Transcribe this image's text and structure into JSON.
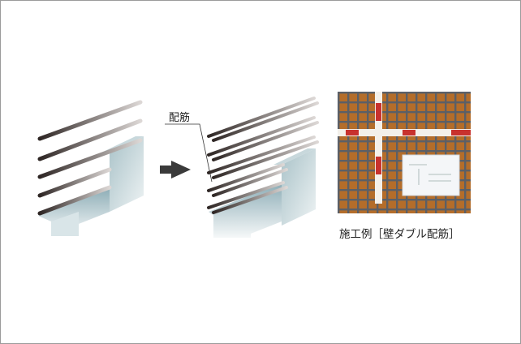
{
  "diagram": {
    "left_figure": {
      "name": "single-rebar-wall",
      "description": "Wall with single layer of rebar (シングル配筋)"
    },
    "arrow": {
      "direction": "right",
      "color": "#3a3a3a"
    },
    "right_figure": {
      "name": "double-rebar-wall",
      "description": "Wall with double layer of rebar"
    },
    "callout_label": "配筋",
    "photo": {
      "description": "Construction example photo of double wall rebar grid with measuring staff and white sign board"
    },
    "photo_caption": "施工例［壁ダブル配筋］"
  },
  "colors": {
    "border": "#9b9b9b",
    "concrete_light": "#e6eef0",
    "concrete_dark": "#8fb0b8",
    "rebar_dark": "#3d3533",
    "rebar_light": "#c9c3c0",
    "photo_bg": "#b06a28",
    "arrow": "#3a3a3a"
  }
}
